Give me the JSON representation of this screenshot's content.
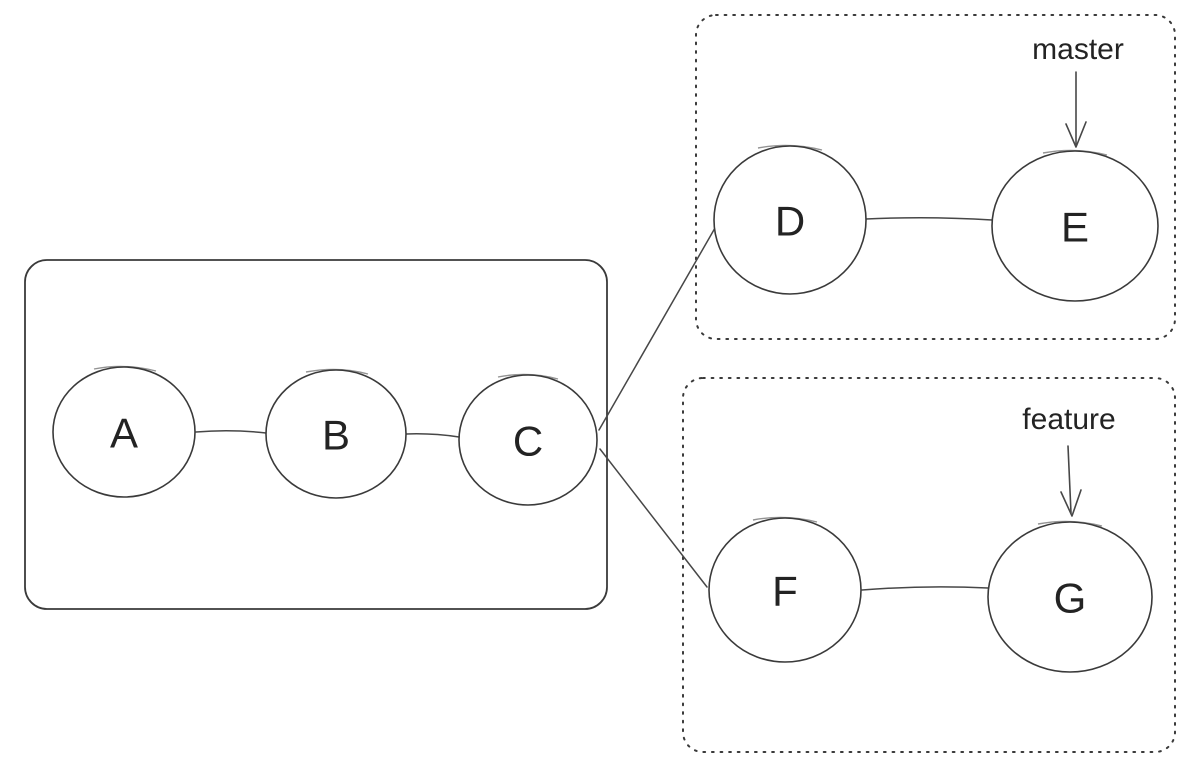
{
  "diagram": {
    "type": "git-branching-diagram",
    "colors": {
      "stroke": "#3a3a3a",
      "text": "#232323",
      "background": "#ffffff"
    },
    "nodes": {
      "a": {
        "label": "A"
      },
      "b": {
        "label": "B"
      },
      "c": {
        "label": "C"
      },
      "d": {
        "label": "D"
      },
      "e": {
        "label": "E"
      },
      "f": {
        "label": "F"
      },
      "g": {
        "label": "G"
      }
    },
    "edges": [
      [
        "A",
        "B"
      ],
      [
        "B",
        "C"
      ],
      [
        "C",
        "D"
      ],
      [
        "C",
        "F"
      ],
      [
        "D",
        "E"
      ],
      [
        "F",
        "G"
      ]
    ],
    "branch_labels": {
      "master": {
        "label": "master",
        "points_to": "E"
      },
      "feature": {
        "label": "feature",
        "points_to": "G"
      }
    }
  }
}
